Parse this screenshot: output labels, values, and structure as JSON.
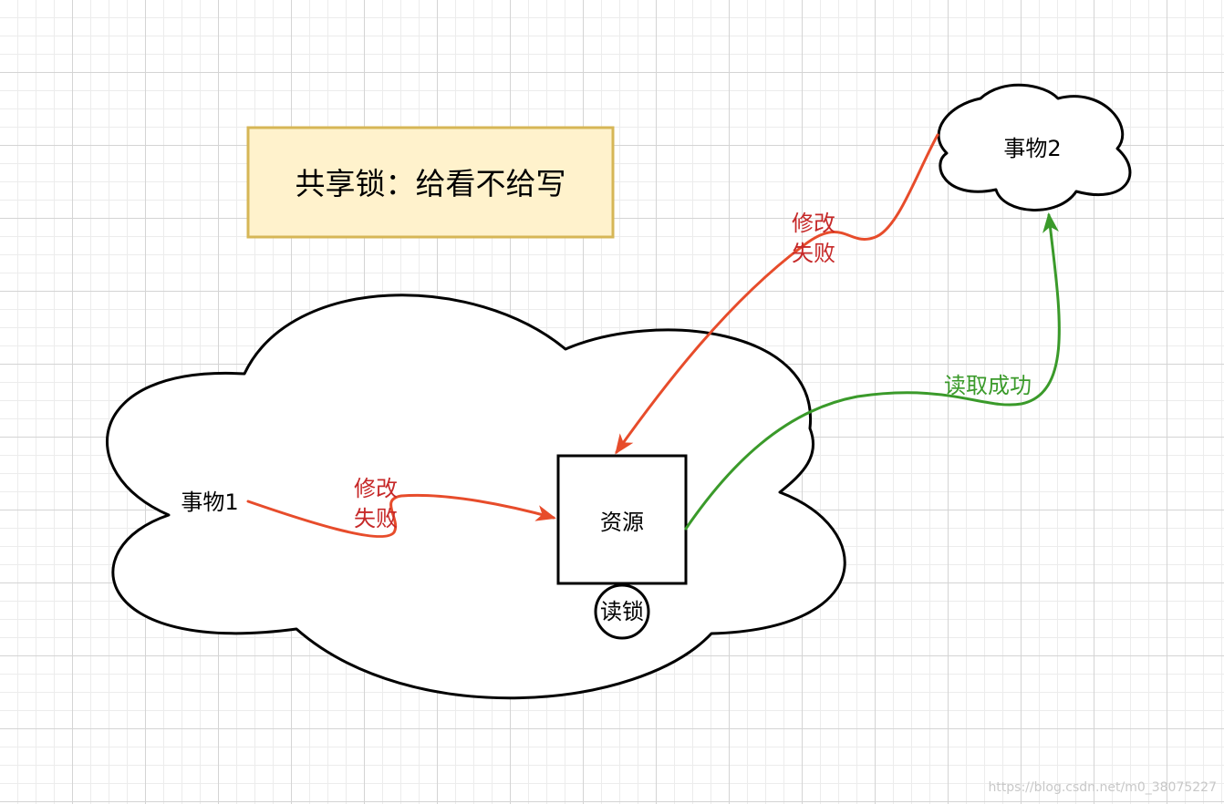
{
  "title": {
    "text": "共享锁：给看不给写"
  },
  "nodes": {
    "transaction_1": "事物1",
    "transaction_2": "事物2",
    "resource": "资源",
    "read_lock": "读锁"
  },
  "edges": {
    "t1_modify_line1": "修改",
    "t1_modify_line2": "失败",
    "t2_modify_line1": "修改",
    "t2_modify_line2": "失败",
    "t2_read": "读取成功"
  },
  "colors": {
    "fail": "#e74c2b",
    "fail_text": "#c62828",
    "success": "#3a9a2a",
    "title_fill": "#fff2cc",
    "title_border": "#d6b656"
  },
  "watermark": "https://blog.csdn.net/m0_38075227"
}
